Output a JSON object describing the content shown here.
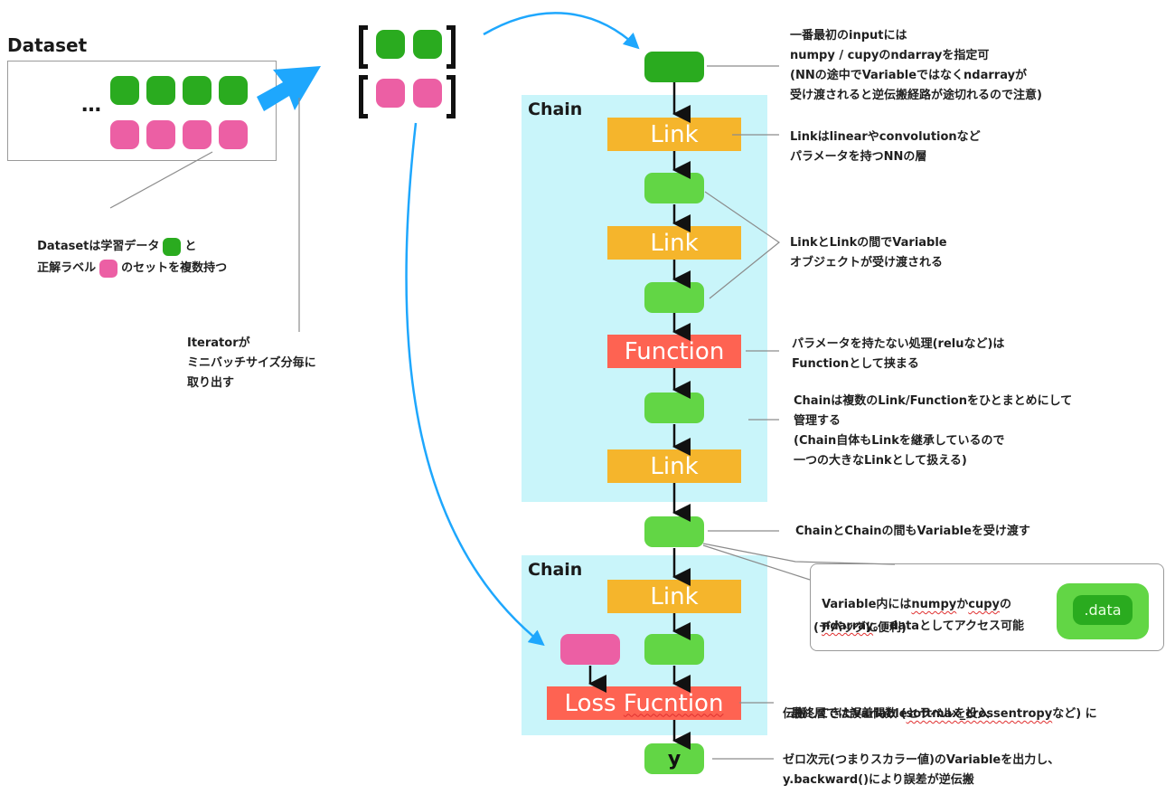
{
  "colors": {
    "variable_green": "#62d645",
    "data_green": "#2aab1f",
    "label_pink": "#ec5fa4",
    "link_orange": "#f5b52c",
    "function_red": "#fe6352",
    "chain_bg": "#c9f5fa",
    "flow_arrow_blue": "#1ea7fd"
  },
  "dataset": {
    "title": "Dataset",
    "ellipsis": "…",
    "description_line1_prefix": "Datasetは学習データ",
    "description_line1_suffix": "と",
    "description_line2_prefix": "正解ラベル",
    "description_line2_suffix": "のセットを複数持つ"
  },
  "iterator": {
    "note": "Iteratorが\nミニバッチサイズ分毎に\n取り出す"
  },
  "chain1": {
    "label": "Chain",
    "blocks": [
      {
        "type": "link",
        "label": "Link"
      },
      {
        "type": "link",
        "label": "Link"
      },
      {
        "type": "function",
        "label": "Function"
      },
      {
        "type": "link",
        "label": "Link"
      }
    ]
  },
  "chain2": {
    "label": "Chain",
    "link_label": "Link",
    "loss_label_a": "Loss ",
    "loss_label_b": "Fucntion"
  },
  "output": {
    "y_label": "y"
  },
  "notes": {
    "input": "一番最初のinputには\nnumpy / cupyのndarrayを指定可\n(NNの途中でVariableではなくndarrayが\n受け渡されると逆伝搬経路が途切れるので注意)",
    "link": "Linkはlinearやconvolutionなど\nパラメータを持つNNの層",
    "variable_between_links": "LinkとLinkの間でVariable\nオブジェクトが受け渡される",
    "function": "パラメータを持たない処理(reluなど)は\nFunctionとして挟まる",
    "chain": "Chainは複数のLink/Functionをひとまとめにして\n管理する\n(Chain自体もLinkを継承しているので\n一つの大きなLinkとして扱える)",
    "between_chains": "ChainとChainの間もVariableを受け渡す",
    "loss_line1_a": "最終層では誤差関数 (",
    "loss_line1_b": "softmax_crossentropy",
    "loss_line1_c": "など) に",
    "loss_line2": "伝搬してきたVariableとラベルを投入",
    "output": "ゼロ次元(つまりスカラー値)のVariableを出力し、\ny.backward()により誤差が逆伝搬"
  },
  "callout": {
    "line1_a": "Variable内には",
    "line1_b": "numpy",
    "line1_c": "か",
    "line1_d": "cupy",
    "line1_e": "の",
    "line2_a": "ndarray",
    "line2_b": "。.dataとしてアクセス可能",
    "line3": "(デバッグに便利)",
    "data_label": ".data"
  }
}
